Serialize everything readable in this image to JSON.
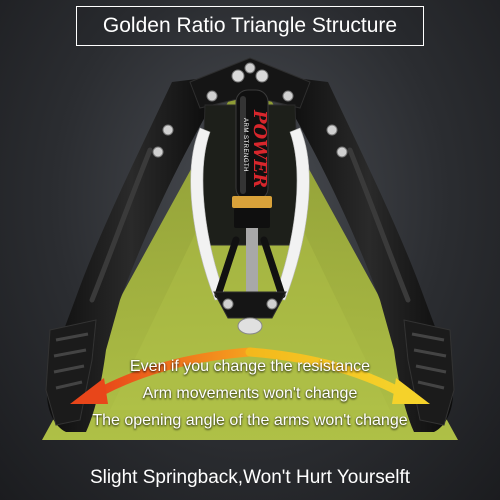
{
  "title": "Golden Ratio Triangle Structure",
  "product_brand": {
    "small_text": "ARM STRENGTH",
    "big_text": "POWER"
  },
  "captions": [
    "Even if you change the resistance",
    "Arm movements won't change",
    "The opening angle of the arms won't change"
  ],
  "bottom_text": "Slight Springback,Won't Hurt Yourselft",
  "colors": {
    "triangle": "#a7b83e",
    "arrow_orange": "#f07a18",
    "arrow_yellow": "#f2c21a",
    "arm_black": "#121212"
  }
}
